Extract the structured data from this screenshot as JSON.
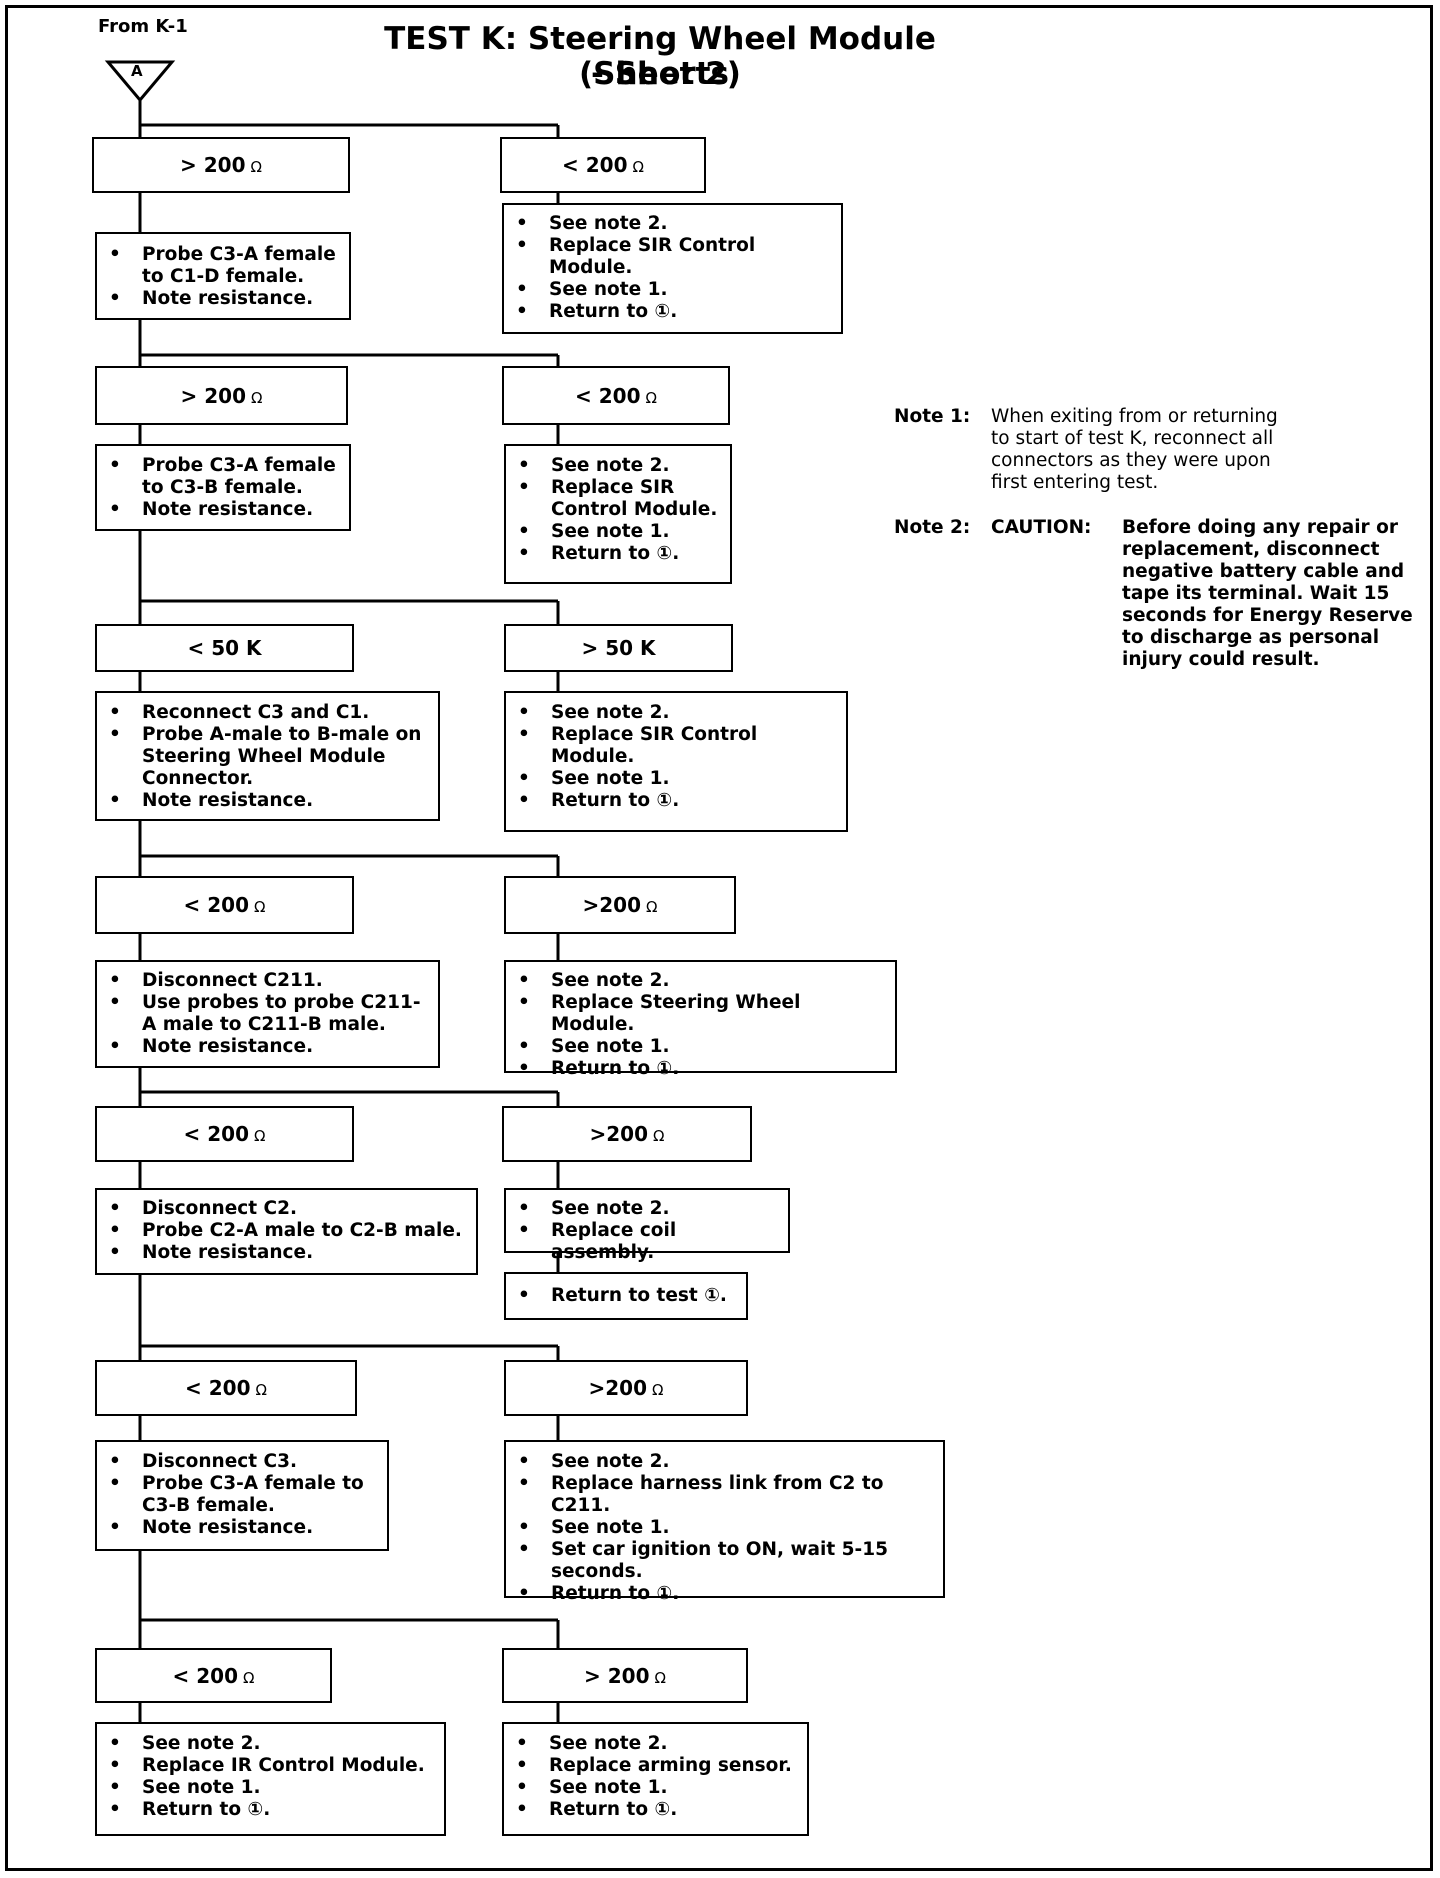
{
  "header": {
    "title_line1": "TEST K:  Steering Wheel Module - Shorts",
    "title_line2": "(Sheet 2)",
    "from": "From K-1",
    "connector": "A"
  },
  "ohm_symbol": "Ω",
  "rows": [
    {
      "left_result": "> 200",
      "left_unit": "Ω",
      "right_result": "< 200",
      "right_unit": "Ω",
      "left_steps": [
        "Probe C3-A female to C1-D female.",
        "Note resistance."
      ],
      "right_steps": [
        "See note 2.",
        "Replace SIR Control Module.",
        "See note 1.",
        "Return to ①."
      ]
    },
    {
      "left_result": "> 200",
      "left_unit": "Ω",
      "right_result": "< 200",
      "right_unit": "Ω",
      "left_steps": [
        "Probe C3-A female to C3-B female.",
        "Note resistance."
      ],
      "right_steps": [
        "See note 2.",
        "Replace SIR Control Module.",
        "See note 1.",
        "Return to ①."
      ]
    },
    {
      "left_result": "< 50 K",
      "left_unit": "",
      "right_result": "> 50 K",
      "right_unit": "",
      "left_steps": [
        "Reconnect C3 and C1.",
        "Probe A-male to B-male on Steering Wheel Module Connector.",
        "Note resistance."
      ],
      "right_steps": [
        "See note 2.",
        "Replace SIR Control Module.",
        "See note 1.",
        "Return to ①."
      ]
    },
    {
      "left_result": "< 200",
      "left_unit": "Ω",
      "right_result": ">200",
      "right_unit": "Ω",
      "left_steps": [
        "Disconnect C211.",
        "Use probes to probe C211-A male to C211-B male.",
        "Note resistance."
      ],
      "right_steps": [
        "See note 2.",
        "Replace Steering Wheel Module.",
        "See note 1.",
        "Return to ①."
      ]
    },
    {
      "left_result": "< 200",
      "left_unit": "Ω",
      "right_result": ">200",
      "right_unit": "Ω",
      "left_steps": [
        "Disconnect C2.",
        "Probe C2-A male to C2-B male.",
        "Note resistance."
      ],
      "right_steps": [
        "See note 2.",
        "Replace coil assembly."
      ],
      "right_extra_steps": [
        "Return to test ①."
      ]
    },
    {
      "left_result": "< 200",
      "left_unit": "Ω",
      "right_result": ">200",
      "right_unit": "Ω",
      "left_steps": [
        "Disconnect C3.",
        "Probe C3-A female to C3-B female.",
        "Note resistance."
      ],
      "right_steps": [
        "See note 2.",
        "Replace harness link from C2 to C211.",
        "See note 1.",
        "Set car ignition to ON, wait 5-15 seconds.",
        "Return to ①."
      ]
    },
    {
      "left_result": "< 200",
      "left_unit": "Ω",
      "right_result": "> 200",
      "right_unit": "Ω",
      "left_steps": [
        "See note 2.",
        "Replace IR Control Module.",
        "See note 1.",
        "Return to ①."
      ],
      "right_steps": [
        "See note 2.",
        "Replace arming sensor.",
        "See note 1.",
        "Return to ①."
      ]
    }
  ],
  "notes": {
    "note1_label": "Note 1:",
    "note1_line1": "When exiting from or returning",
    "note1_line2": "to start of test K, reconnect all",
    "note1_line3": "connectors as they were upon",
    "note1_line4": "first entering test.",
    "note2_label": "Note 2:",
    "caution_label": "CAUTION:",
    "caution_line1": "Before doing any repair or",
    "caution_line2": "replacement, disconnect",
    "caution_line3": "negative  battery cable and",
    "caution_line4": "tape its terminal.  Wait 15",
    "caution_line5": "seconds for Energy Reserve",
    "caution_line6": "to discharge as personal",
    "caution_line7": "injury could result."
  }
}
